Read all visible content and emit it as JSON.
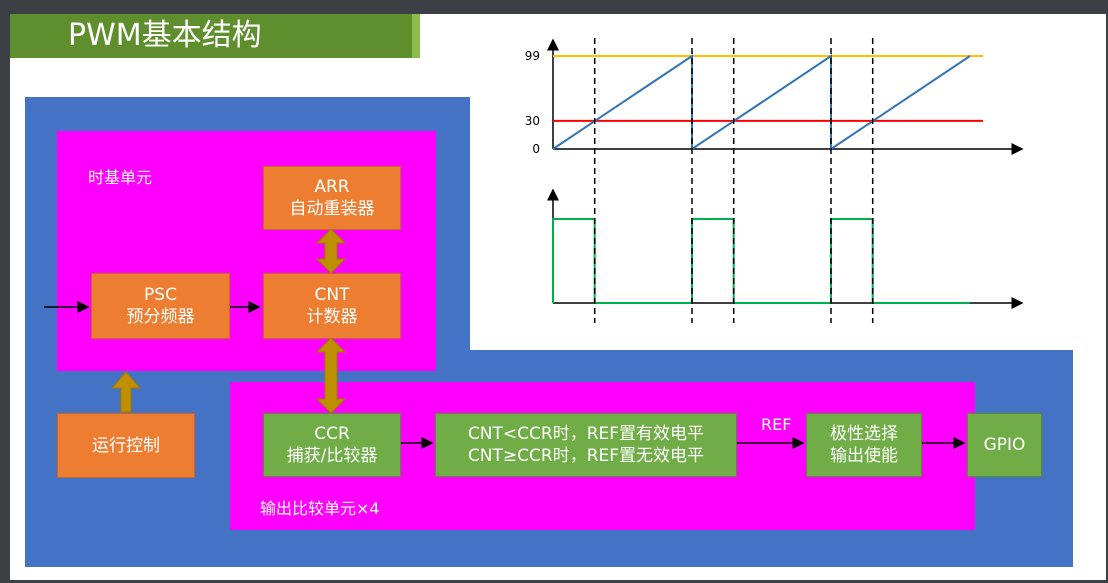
{
  "title": "PWM基本结构",
  "timebase": {
    "label": "时基单元",
    "arr": {
      "line1": "ARR",
      "line2": "自动重装器"
    },
    "psc": {
      "line1": "PSC",
      "line2": "预分频器"
    },
    "cnt": {
      "line1": "CNT",
      "line2": "计数器"
    }
  },
  "run_control": "运行控制",
  "output_compare": {
    "label": "输出比较单元×4",
    "ccr": {
      "line1": "CCR",
      "line2": "捕获/比较器"
    },
    "compare": {
      "line1": "CNT<CCR时，REF置有效电平",
      "line2": "CNT≥CCR时，REF置无效电平"
    },
    "ref_label": "REF",
    "polarity": {
      "line1": "极性选择",
      "line2": "输出使能"
    }
  },
  "gpio": "GPIO",
  "colors": {
    "blue": "#4472c4",
    "magenta": "#ff00ff",
    "orange": "#ed7d31",
    "green": "#70ad47",
    "arrow_gold": "#bf8f00",
    "saw": "#2e75b6",
    "arr_line": "#ffc000",
    "ccr_line": "#ff0000",
    "pwm": "#00b050"
  },
  "chart_data": {
    "type": "line",
    "title": "",
    "top": {
      "yticks": [
        0,
        30,
        99
      ],
      "tick_labels": [
        "0",
        "30",
        "99"
      ],
      "arr_value": 99,
      "ccr_value": 30,
      "cycles": 3
    },
    "bottom": {
      "high_fraction": 0.3,
      "cycles": 3
    }
  }
}
